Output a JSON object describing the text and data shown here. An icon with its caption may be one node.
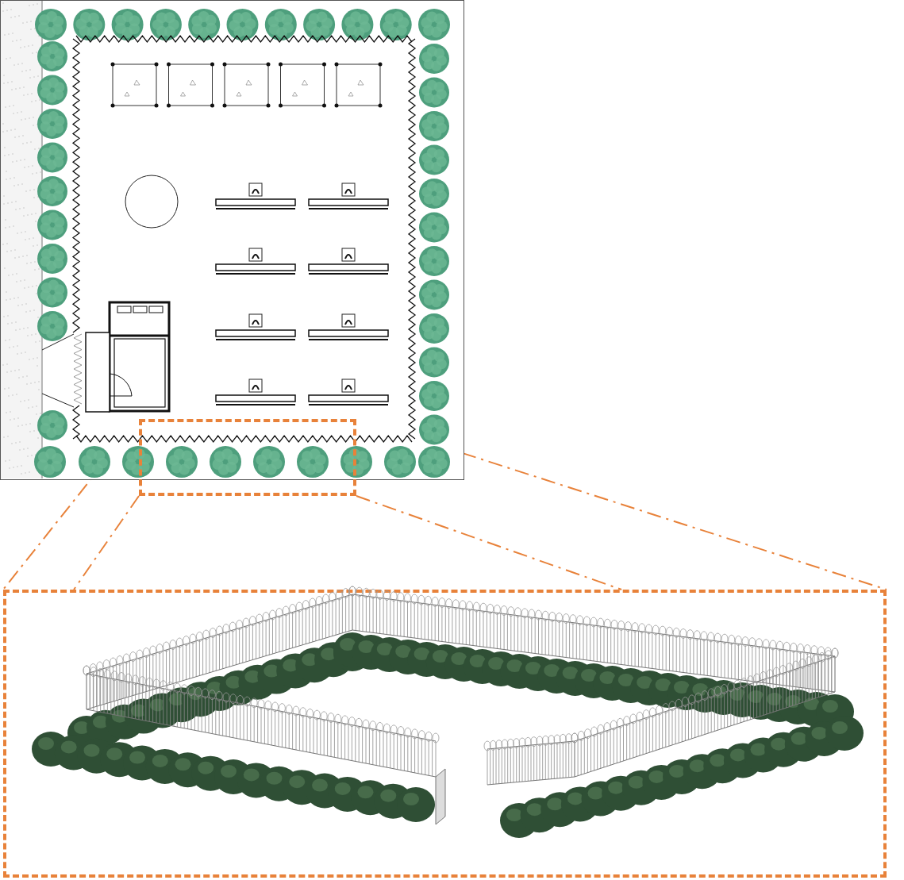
{
  "diagram": {
    "nodes": [
      {
        "text": [],
        "shape": "picture"
      },
      {
        "text": [],
        "shape": "box"
      },
      {
        "text": [],
        "shape": "picture"
      }
    ],
    "edges": [
      {
        "from": 1,
        "to": 2,
        "arrow": "none",
        "style": "dashed"
      },
      {
        "from": 1,
        "to": 2,
        "arrow": "none",
        "style": "dashed"
      },
      {
        "from": 1,
        "to": 2,
        "arrow": "none",
        "style": "dashed"
      },
      {
        "from": 1,
        "to": 2,
        "arrow": "none",
        "style": "dashed"
      }
    ]
  }
}
